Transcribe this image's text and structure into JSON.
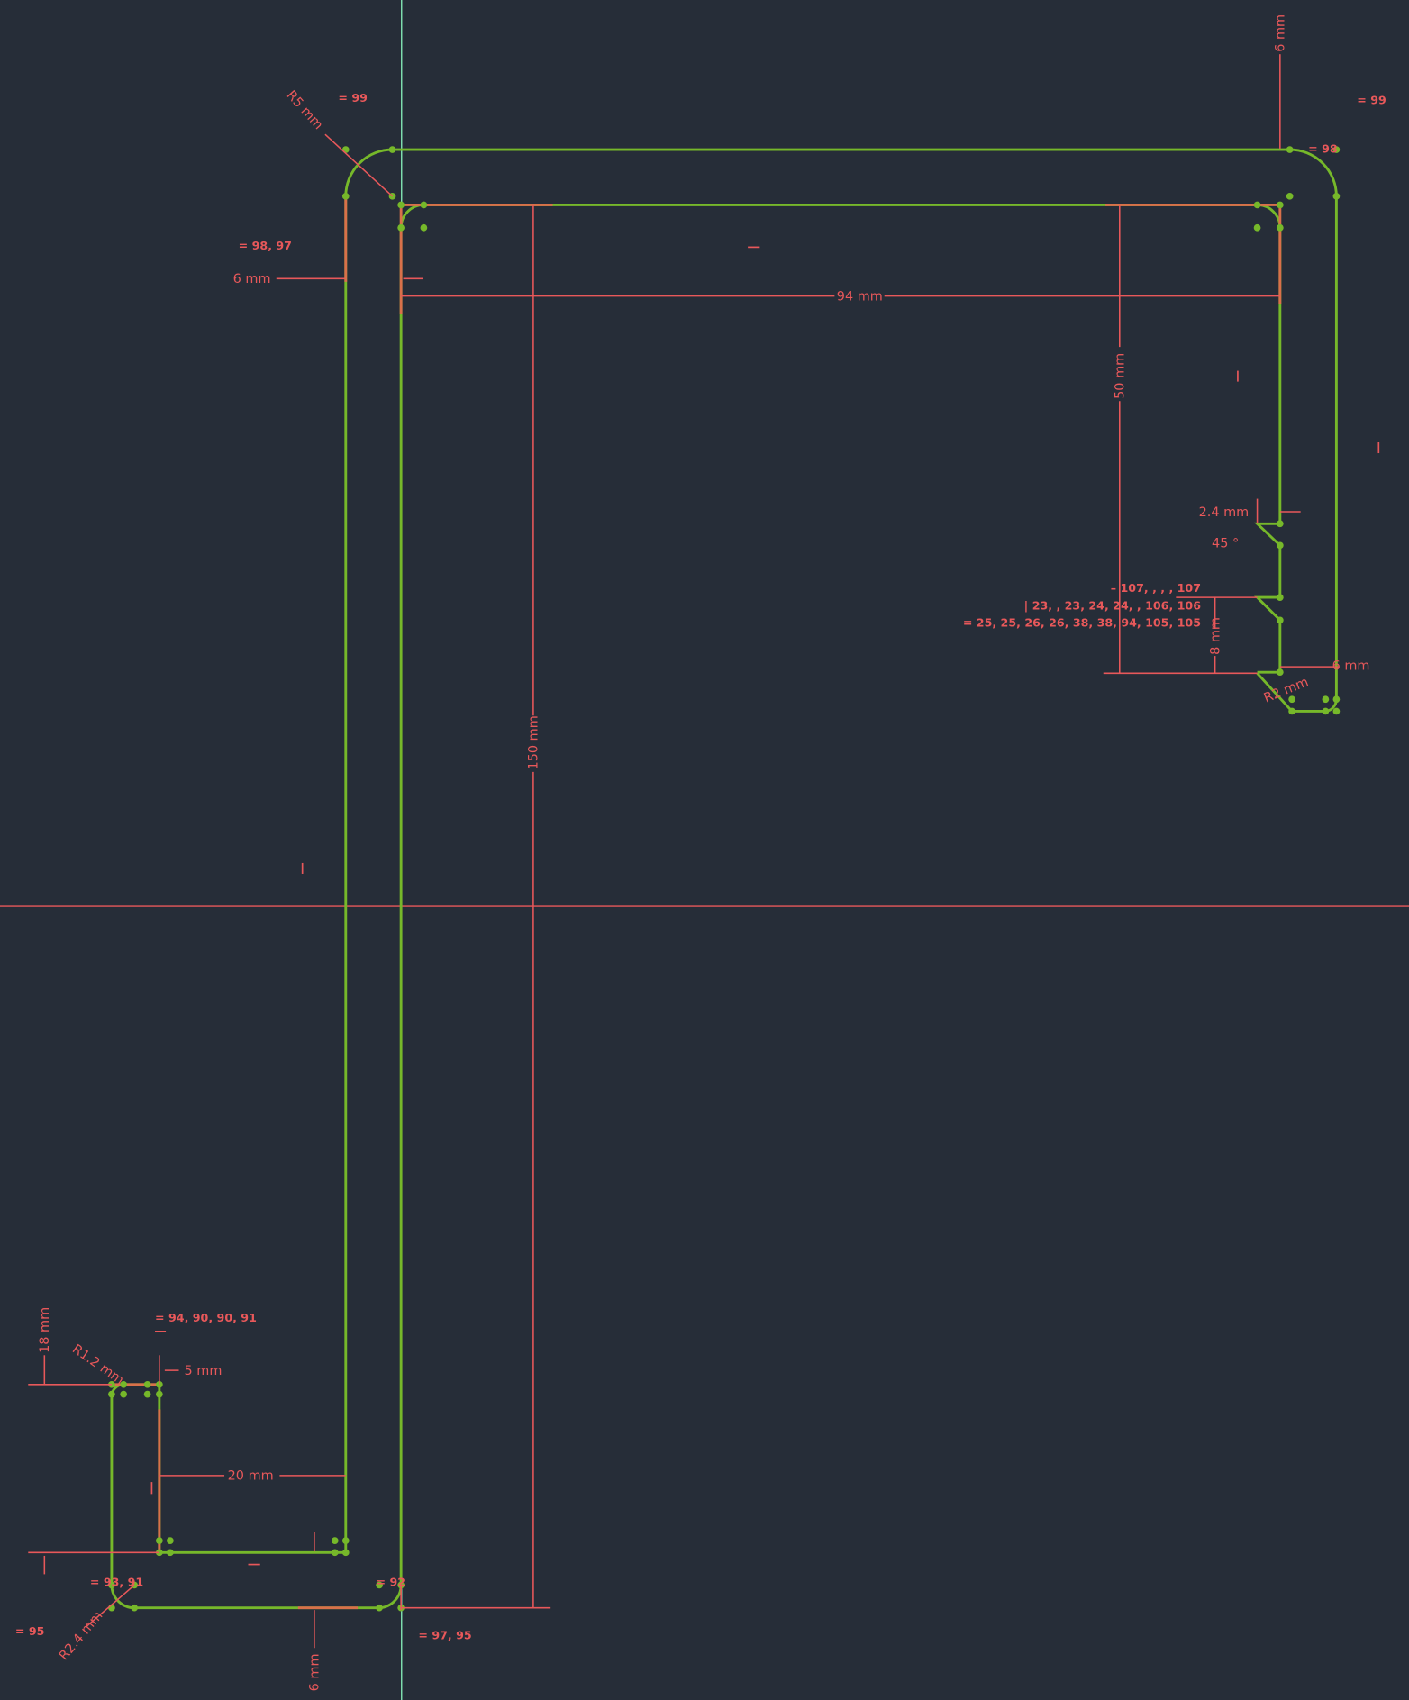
{
  "colors": {
    "background": "#262d38",
    "geometry": "#76b82a",
    "constraint": "#e8585a",
    "axis_v": "#7fe0b0",
    "axis_h": "#e8585a"
  },
  "dimensions": {
    "top_offset": "6 mm",
    "left_offset": "6 mm",
    "width": "94 mm",
    "right_height": "50 mm",
    "total_height": "150 mm",
    "notch_depth": "2.4 mm",
    "right_offset": "6 mm",
    "notch_height": "8 mm",
    "radius_top_left": "R5 mm",
    "radius_bottom_right": "R2 mm",
    "foot_height": "18 mm",
    "foot_radius": "R1.2 mm",
    "foot_width": "5 mm",
    "foot_gap": "20 mm",
    "bottom_offset": "6 mm",
    "bottom_radius": "R2.4 mm",
    "angle": "45 °"
  },
  "constraints": {
    "c99_left": "99",
    "c98_97": "98, 97",
    "c99_right": "99",
    "c98": "98",
    "c107": "107, , , , 107",
    "c23": "23, , 23, 24, 24, , 106, 106",
    "c25": "25, 25, 26, 26, 38, 38, 94, 105, 105",
    "c94": "94, 90, 90, 91",
    "c93": "93, 91",
    "c92": "92",
    "c95": "95",
    "c97_95": "97, 95"
  }
}
